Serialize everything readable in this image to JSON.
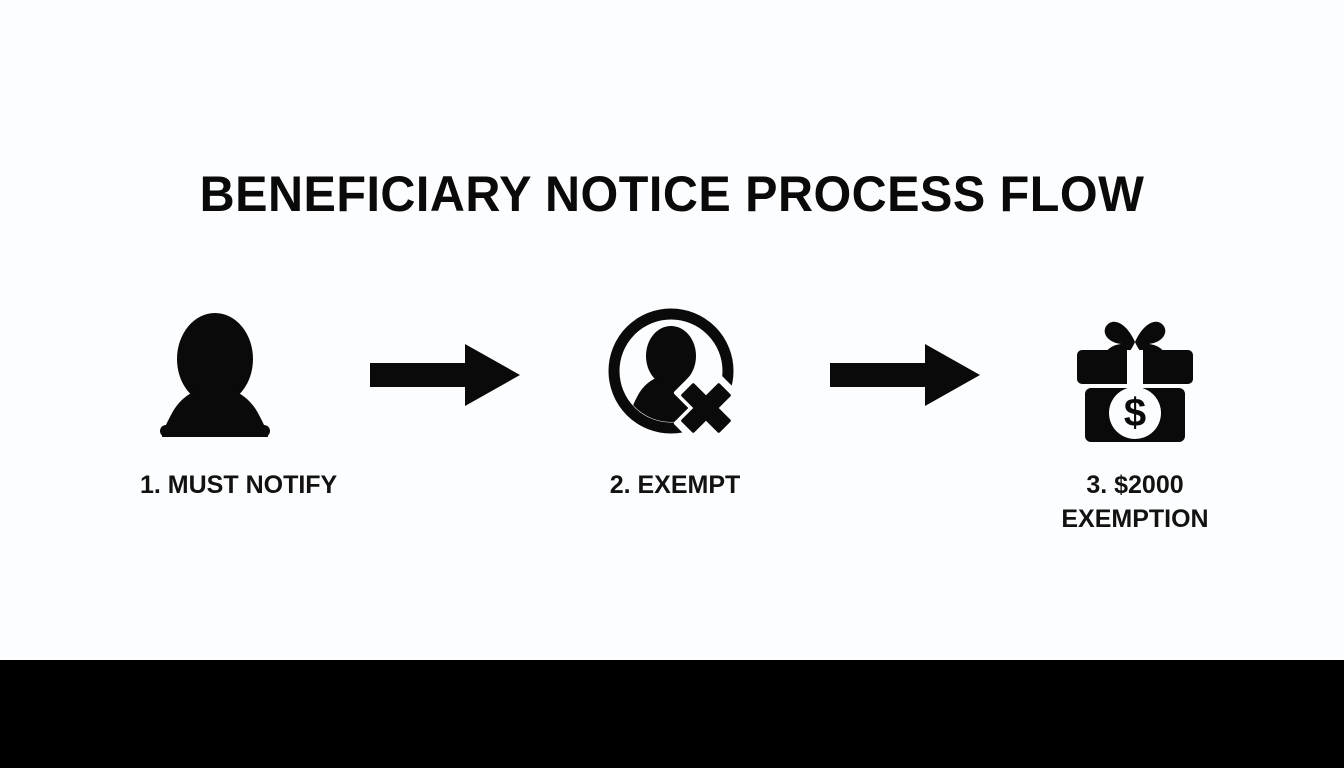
{
  "slide": {
    "title": "BENEFICIARY NOTICE PROCESS FLOW",
    "background_color": "#fcfdfe",
    "ink_color": "#0a0a0a",
    "band_color": "#000000"
  },
  "flow": {
    "steps": [
      {
        "icon": "person-icon",
        "label": "1. MUST NOTIFY",
        "label_lines": [
          "1. MUST NOTIFY"
        ]
      },
      {
        "icon": "person-excluded-icon",
        "label": "2. EXEMPT",
        "label_lines": [
          "2. EXEMPT"
        ]
      },
      {
        "icon": "gift-dollar-icon",
        "label": "3. $2000 EXEMPTION",
        "label_lines": [
          "3. $2000",
          "EXEMPTION"
        ]
      }
    ],
    "connectors": [
      {
        "icon": "arrow-right-icon"
      },
      {
        "icon": "arrow-right-icon"
      }
    ]
  }
}
